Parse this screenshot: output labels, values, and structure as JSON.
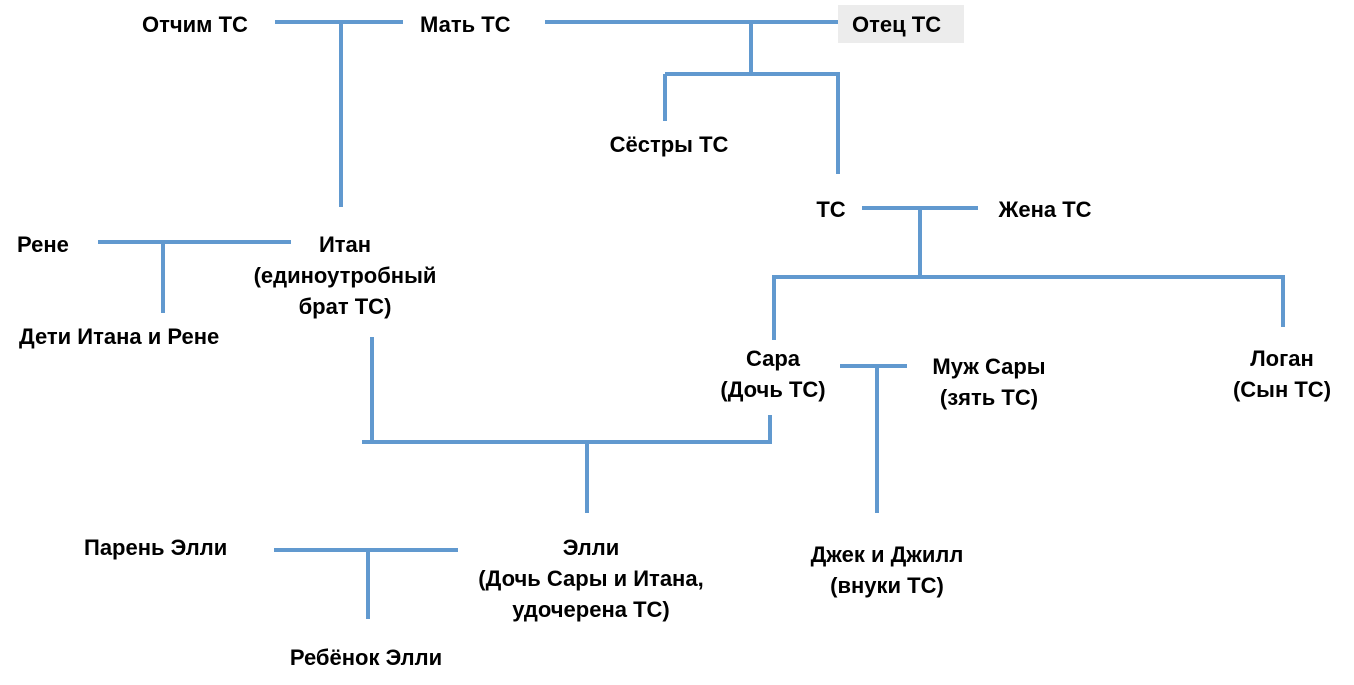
{
  "colors": {
    "connector": "#6199cf",
    "background": "#ffffff",
    "highlight": "#ececec",
    "text": "#000000"
  },
  "people": {
    "stepfather": "Отчим ТС",
    "mother": "Мать ТС",
    "father": "Отец ТС",
    "sisters": "Сёстры ТС",
    "ts": "ТС",
    "wife": "Жена ТС",
    "rene": "Рене",
    "ethan": {
      "line1": "Итан",
      "line2": "(единоутробный",
      "line3": "брат ТС)"
    },
    "ethan_rene_children": "Дети Итана и Рене",
    "sara": {
      "line1": "Сара",
      "line2": "(Дочь ТС)"
    },
    "sara_husband": {
      "line1": "Муж Сары",
      "line2": "(зять ТС)"
    },
    "logan": {
      "line1": "Логан",
      "line2": "(Сын ТС)"
    },
    "ellie_boyfriend": "Парень Элли",
    "ellie": {
      "line1": "Элли",
      "line2": "(Дочь Сары и Итана,",
      "line3": "удочерена ТС)"
    },
    "jack_jill": {
      "line1": "Джек и Джилл",
      "line2": "(внуки ТС)"
    },
    "ellie_child": "Ребёнок Элли"
  }
}
